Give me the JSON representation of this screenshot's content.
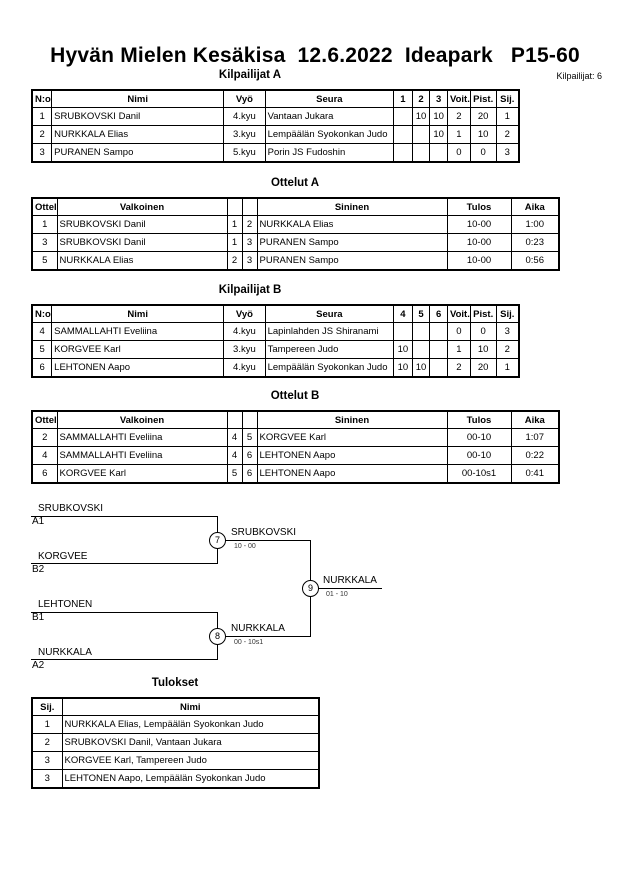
{
  "header": {
    "title": "Hyvän Mielen Kesäkisa  12.6.2022  Ideapark   P15-60",
    "competitor_count": "Kilpailijat: 6"
  },
  "pool_a": {
    "title": "Kilpailijat A",
    "headers": [
      "N:o",
      "Nimi",
      "Vyö",
      "Seura",
      "1",
      "2",
      "3",
      "Voit.",
      "Pist.",
      "Sij."
    ],
    "rows": [
      [
        "1",
        "SRUBKOVSKI Danil",
        "4.kyu",
        "Vantaan Jukara",
        "",
        "10",
        "10",
        "2",
        "20",
        "1"
      ],
      [
        "2",
        "NURKKALA Elias",
        "3.kyu",
        "Lempäälän Syokonkan Judo",
        "",
        "",
        "10",
        "1",
        "10",
        "2"
      ],
      [
        "3",
        "PURANEN Sampo",
        "5.kyu",
        "Porin JS Fudoshin",
        "",
        "",
        "",
        "0",
        "0",
        "3"
      ]
    ]
  },
  "matches_a": {
    "title": "Ottelut A",
    "headers": [
      "Ottelu",
      "Valkoinen",
      "",
      "",
      "Sininen",
      "Tulos",
      "Aika"
    ],
    "rows": [
      [
        "1",
        "SRUBKOVSKI Danil",
        "1",
        "2",
        "NURKKALA Elias",
        "10-00",
        "1:00"
      ],
      [
        "3",
        "SRUBKOVSKI Danil",
        "1",
        "3",
        "PURANEN Sampo",
        "10-00",
        "0:23"
      ],
      [
        "5",
        "NURKKALA Elias",
        "2",
        "3",
        "PURANEN Sampo",
        "10-00",
        "0:56"
      ]
    ]
  },
  "pool_b": {
    "title": "Kilpailijat B",
    "headers": [
      "N:o",
      "Nimi",
      "Vyö",
      "Seura",
      "4",
      "5",
      "6",
      "Voit.",
      "Pist.",
      "Sij."
    ],
    "rows": [
      [
        "4",
        "SAMMALLAHTI Eveliina",
        "4.kyu",
        "Lapinlahden JS Shiranami",
        "",
        "",
        "",
        "0",
        "0",
        "3"
      ],
      [
        "5",
        "KORGVEE Karl",
        "3.kyu",
        "Tampereen Judo",
        "10",
        "",
        "",
        "1",
        "10",
        "2"
      ],
      [
        "6",
        "LEHTONEN Aapo",
        "4.kyu",
        "Lempäälän Syokonkan Judo",
        "10",
        "10",
        "",
        "2",
        "20",
        "1"
      ]
    ]
  },
  "matches_b": {
    "title": "Ottelut B",
    "headers": [
      "Ottelu",
      "Valkoinen",
      "",
      "",
      "Sininen",
      "Tulos",
      "Aika"
    ],
    "rows": [
      [
        "2",
        "SAMMALLAHTI Eveliina",
        "4",
        "5",
        "KORGVEE Karl",
        "00-10",
        "1:07"
      ],
      [
        "4",
        "SAMMALLAHTI Eveliina",
        "4",
        "6",
        "LEHTONEN Aapo",
        "00-10",
        "0:22"
      ],
      [
        "6",
        "KORGVEE Karl",
        "5",
        "6",
        "LEHTONEN Aapo",
        "00-10s1",
        "0:41"
      ]
    ]
  },
  "bracket": {
    "semi1": {
      "top_name": "SRUBKOVSKI",
      "top_seed": "A1",
      "bottom_name": "KORGVEE",
      "bottom_seed": "B2",
      "match_no": "7",
      "winner": "SRUBKOVSKI",
      "score": "10 - 00"
    },
    "semi2": {
      "top_name": "LEHTONEN",
      "top_seed": "B1",
      "bottom_name": "NURKKALA",
      "bottom_seed": "A2",
      "match_no": "8",
      "winner": "NURKKALA",
      "score": "00 - 10s1"
    },
    "final": {
      "match_no": "9",
      "winner": "NURKKALA",
      "score": "01 - 10"
    }
  },
  "results": {
    "title": "Tulokset",
    "headers": [
      "Sij.",
      "Nimi"
    ],
    "rows": [
      [
        "1",
        "NURKKALA Elias, Lempäälän Syokonkan Judo"
      ],
      [
        "2",
        "SRUBKOVSKI Danil, Vantaan Jukara"
      ],
      [
        "3",
        "KORGVEE Karl, Tampereen Judo"
      ],
      [
        "3",
        "LEHTONEN Aapo, Lempäälän Syokonkan Judo"
      ]
    ]
  }
}
